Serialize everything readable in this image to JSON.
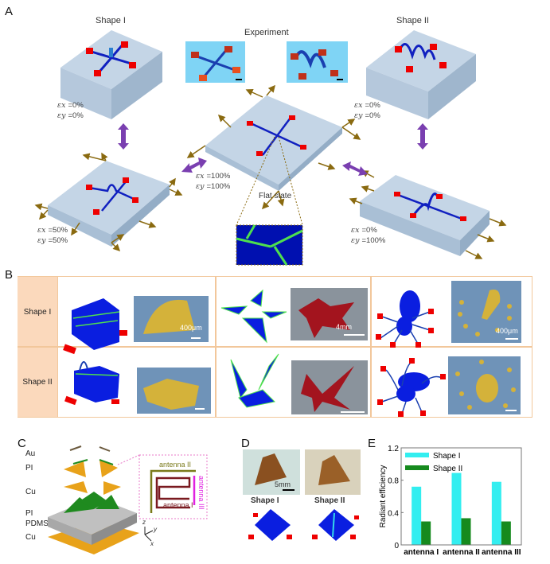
{
  "panels": {
    "A": "A",
    "B": "B",
    "C": "C",
    "D": "D",
    "E": "E"
  },
  "panel_a": {
    "shape1_title": "Shape I",
    "shape2_title": "Shape II",
    "experiment_title": "Experiment",
    "flat_state_label": "Flat state",
    "strains": {
      "shape1": {
        "ex": "=0%",
        "ey": "=0%"
      },
      "biaxial50": {
        "ex": "=50%",
        "ey": "=50%"
      },
      "flat": {
        "ex": "=100%",
        "ey": "=100%"
      },
      "shape2": {
        "ex": "=0%",
        "ey": "=0%"
      },
      "uniaxial": {
        "ex": "=0%",
        "ey": "=100%"
      }
    },
    "eps_x": "εx",
    "eps_y": "εy"
  },
  "panel_b": {
    "rows": [
      "Shape I",
      "Shape II"
    ],
    "scale_bars": [
      "400μm",
      "4mm",
      "400μm"
    ]
  },
  "panel_c": {
    "layers": [
      {
        "name": "Au",
        "color": "#7a6a55"
      },
      {
        "name": "PI",
        "color": "#2e7d32"
      },
      {
        "name": "Cu",
        "color": "#c68a2e"
      },
      {
        "name": "PI",
        "color": "#2e7d32"
      },
      {
        "name": "PDMS",
        "color": "#b8b8b8"
      },
      {
        "name": "Cu",
        "color": "#c68a2e"
      }
    ],
    "antennas": [
      "antenna I",
      "antenna II",
      "antenna III"
    ],
    "axes": [
      "z",
      "y",
      "x"
    ]
  },
  "panel_d": {
    "labels": [
      "Shape I",
      "Shape II"
    ],
    "scale_bar": "5mm"
  },
  "chart_data": {
    "type": "bar",
    "categories": [
      "antenna I",
      "antenna II",
      "antenna III"
    ],
    "series": [
      {
        "name": "Shape I",
        "color": "#33eef0",
        "values": [
          0.72,
          0.89,
          0.78
        ]
      },
      {
        "name": "Shape II",
        "color": "#168a1e",
        "values": [
          0.29,
          0.33,
          0.29
        ]
      }
    ],
    "ylabel": "Radiant efficiency",
    "xlabel": "",
    "ylim": [
      0,
      1.2
    ],
    "yticks": [
      "0",
      "0.4",
      "0.8",
      "1.2"
    ],
    "legend": "top-left"
  }
}
